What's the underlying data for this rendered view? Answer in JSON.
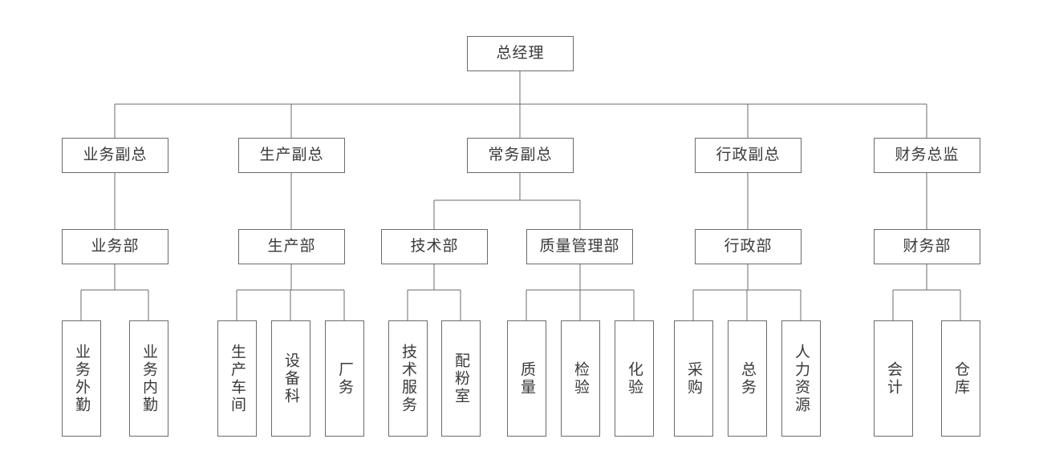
{
  "chart": {
    "title": "总经理",
    "type": "org-chart",
    "orientation": "top-down",
    "line_color": "#6b6b6b",
    "box_fill": "#ffffff",
    "text_color": "#3a3a3a",
    "root": {
      "id": "root",
      "label": "总经理",
      "text_direction": "horizontal"
    },
    "levels": [
      {
        "level": 1,
        "name": "executives",
        "text_direction": "horizontal",
        "nodes": [
          {
            "id": "vp-business",
            "label": "业务副总"
          },
          {
            "id": "vp-production",
            "label": "生产副总"
          },
          {
            "id": "vp-executive",
            "label": "常务副总"
          },
          {
            "id": "vp-admin",
            "label": "行政副总"
          },
          {
            "id": "director-finance",
            "label": "财务总监"
          }
        ]
      },
      {
        "level": 2,
        "name": "departments",
        "text_direction": "horizontal",
        "nodes": [
          {
            "id": "dept-business",
            "label": "业务部",
            "parent": "vp-business"
          },
          {
            "id": "dept-production",
            "label": "生产部",
            "parent": "vp-production"
          },
          {
            "id": "dept-technology",
            "label": "技术部",
            "parent": "vp-executive"
          },
          {
            "id": "dept-quality",
            "label": "质量管理部",
            "parent": "vp-executive"
          },
          {
            "id": "dept-admin",
            "label": "行政部",
            "parent": "vp-admin"
          },
          {
            "id": "dept-finance",
            "label": "财务部",
            "parent": "director-finance"
          }
        ]
      },
      {
        "level": 3,
        "name": "teams",
        "text_direction": "vertical",
        "nodes": [
          {
            "id": "team-business-field",
            "label": "业务外勤",
            "parent": "dept-business"
          },
          {
            "id": "team-business-office",
            "label": "业务内勤",
            "parent": "dept-business"
          },
          {
            "id": "team-workshop",
            "label": "生产车间",
            "parent": "dept-production"
          },
          {
            "id": "team-equipment",
            "label": "设备科",
            "parent": "dept-production"
          },
          {
            "id": "team-plant-affairs",
            "label": "厂务",
            "parent": "dept-production"
          },
          {
            "id": "team-tech-service",
            "label": "技术服务",
            "parent": "dept-technology"
          },
          {
            "id": "team-powder-room",
            "label": "配粉室",
            "parent": "dept-technology"
          },
          {
            "id": "team-quality",
            "label": "质量",
            "parent": "dept-quality"
          },
          {
            "id": "team-inspection",
            "label": "检验",
            "parent": "dept-quality"
          },
          {
            "id": "team-lab-test",
            "label": "化验",
            "parent": "dept-quality"
          },
          {
            "id": "team-purchasing",
            "label": "采购",
            "parent": "dept-admin"
          },
          {
            "id": "team-general-affairs",
            "label": "总务",
            "parent": "dept-admin"
          },
          {
            "id": "team-hr",
            "label": "人力资源",
            "parent": "dept-admin"
          },
          {
            "id": "team-accounting",
            "label": "会计",
            "parent": "dept-finance"
          },
          {
            "id": "team-warehouse",
            "label": "仓库",
            "parent": "dept-finance"
          }
        ]
      }
    ]
  }
}
